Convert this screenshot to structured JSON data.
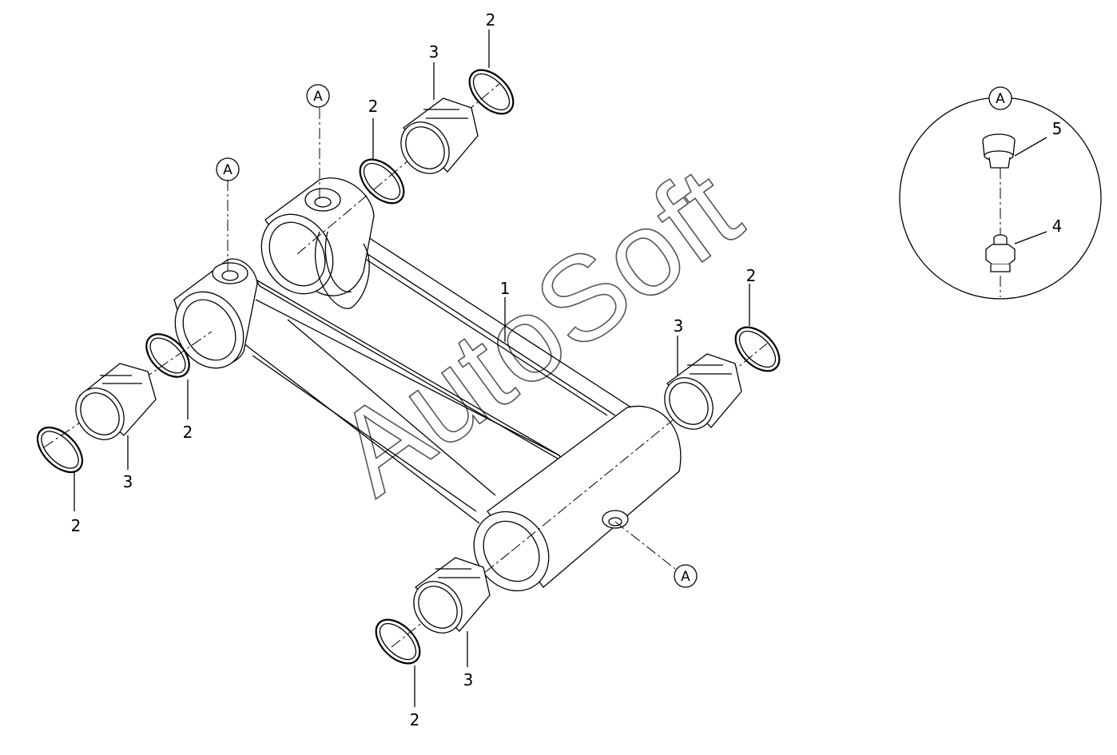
{
  "labels": {
    "frame": "1",
    "seal": "2",
    "bushing": "3",
    "grease_fitting": "4",
    "cap": "5"
  },
  "callouts": {
    "detail": "A"
  },
  "watermark": "AutoSoft"
}
